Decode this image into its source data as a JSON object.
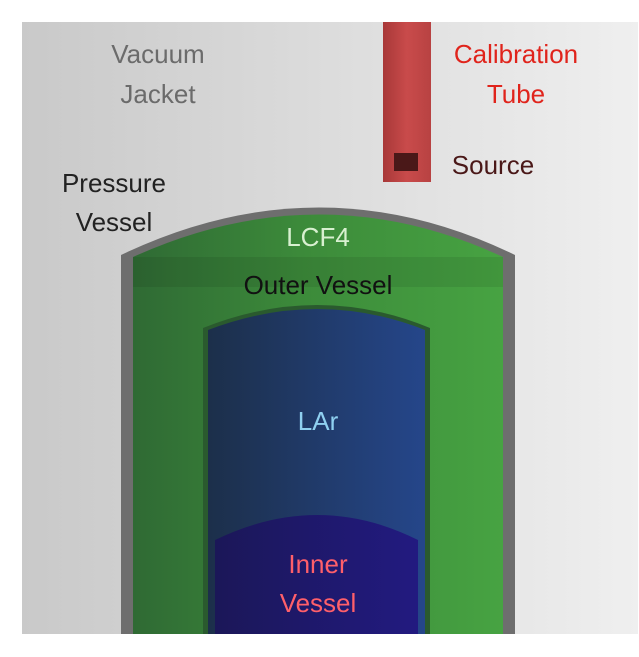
{
  "labels": {
    "vacuum_jacket": [
      "Vacuum",
      "Jacket"
    ],
    "pressure_vessel": [
      "Pressure",
      "Vessel"
    ],
    "calibration_tube": [
      "Calibration",
      "Tube"
    ],
    "source": "Source",
    "lcf4": "LCF4",
    "outer_vessel": "Outer Vessel",
    "lar": "LAr",
    "inner_vessel": [
      "Inner",
      "Vessel"
    ]
  },
  "colors": {
    "vacuum_jacket": "#d9d9d9",
    "pressure_vessel_wall": "#6e6e6e",
    "lcf4_fill": "#3f9a3c",
    "outer_vessel_fill": "#2f6b34",
    "lar_fill": "#1f3a72",
    "inner_vessel_fill": "#1a1464",
    "calibration_tube": "#c94b4b",
    "source": "#4a1818",
    "text_gray": "#6b6b6b",
    "text_dark": "#222222",
    "text_red": "#e0241c",
    "text_lar": "#8fd0f0",
    "text_inner": "#ff5f6a",
    "text_lcf4": "#d8f0d0"
  }
}
